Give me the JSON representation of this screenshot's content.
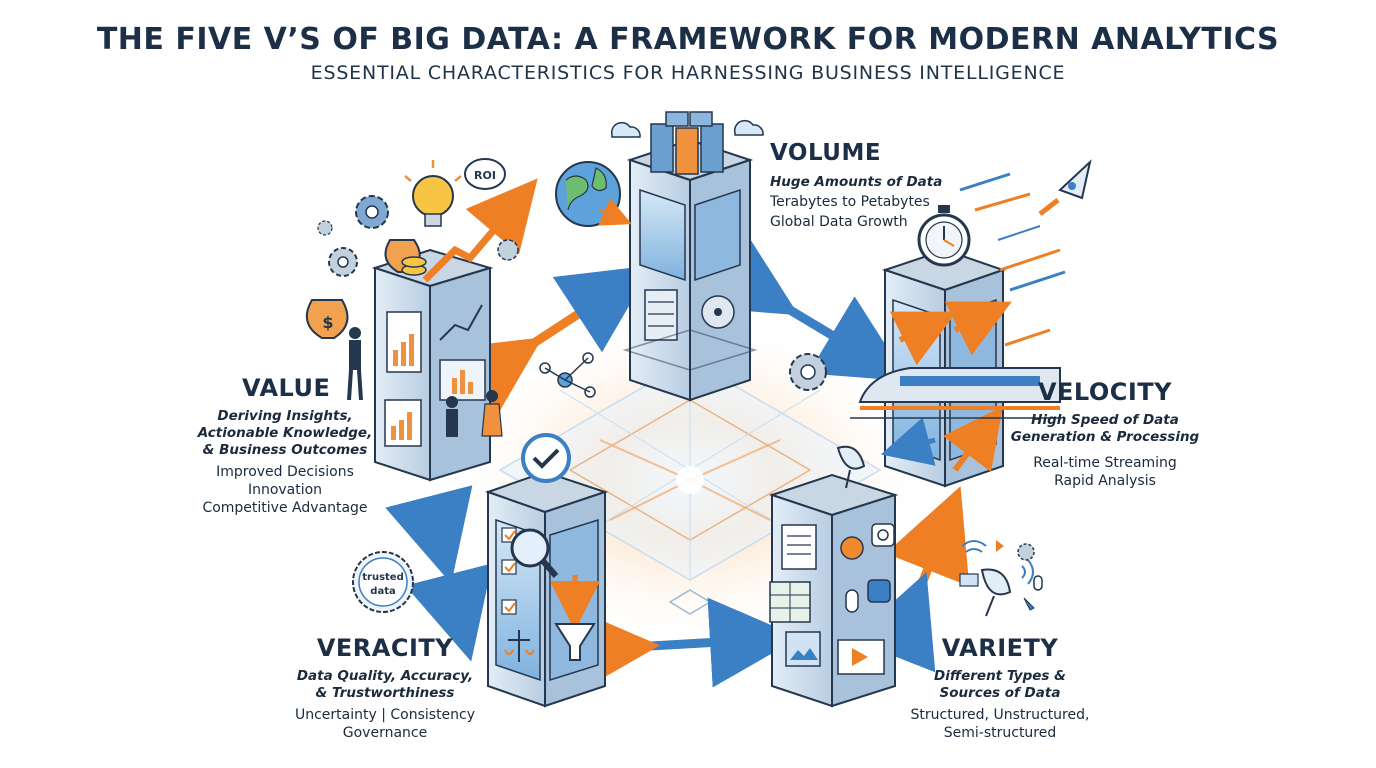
{
  "header": {
    "title": "THE FIVE V’S OF BIG DATA: A FRAMEWORK FOR MODERN ANALYTICS",
    "subtitle": "ESSENTIAL CHARACTERISTICS FOR HARNESSING BUSINESS INTELLIGENCE"
  },
  "volume": {
    "heading": "VOLUME",
    "description": "Huge Amounts of Data",
    "points": [
      "Terabytes to Petabytes",
      "Global Data Growth"
    ]
  },
  "velocity": {
    "heading": "VELOCITY",
    "description_lines": [
      "High Speed of Data",
      "Generation & Processing"
    ],
    "points": [
      "Real-time Streaming",
      "Rapid Analysis"
    ]
  },
  "value": {
    "heading": "VALUE",
    "description_lines": [
      "Deriving Insights,",
      "Actionable Knowledge,",
      "& Business Outcomes"
    ],
    "points": [
      "Improved Decisions",
      "Innovation",
      "Competitive Advantage"
    ]
  },
  "veracity": {
    "heading": "VERACITY",
    "description_lines": [
      "Data Quality, Accuracy,",
      "& Trustworthiness"
    ],
    "points": [
      "Uncertainty | Consistency",
      "Governance"
    ]
  },
  "variety": {
    "heading": "VARIETY",
    "description_lines": [
      "Different Types &",
      "Sources of Data"
    ],
    "points": [
      "Structured, Unstructured,",
      "Semi-structured"
    ]
  },
  "badges": {
    "roi": "ROI",
    "trusted_line1": "trusted",
    "trusted_line2": "data"
  },
  "colors": {
    "navy": "#1c2f47",
    "blue": "#4a8fd0",
    "light_blue": "#cfe3f5",
    "orange": "#f08a2c",
    "pillar_top": "#c9d6e3",
    "pillar_side": "#a9bccf"
  }
}
